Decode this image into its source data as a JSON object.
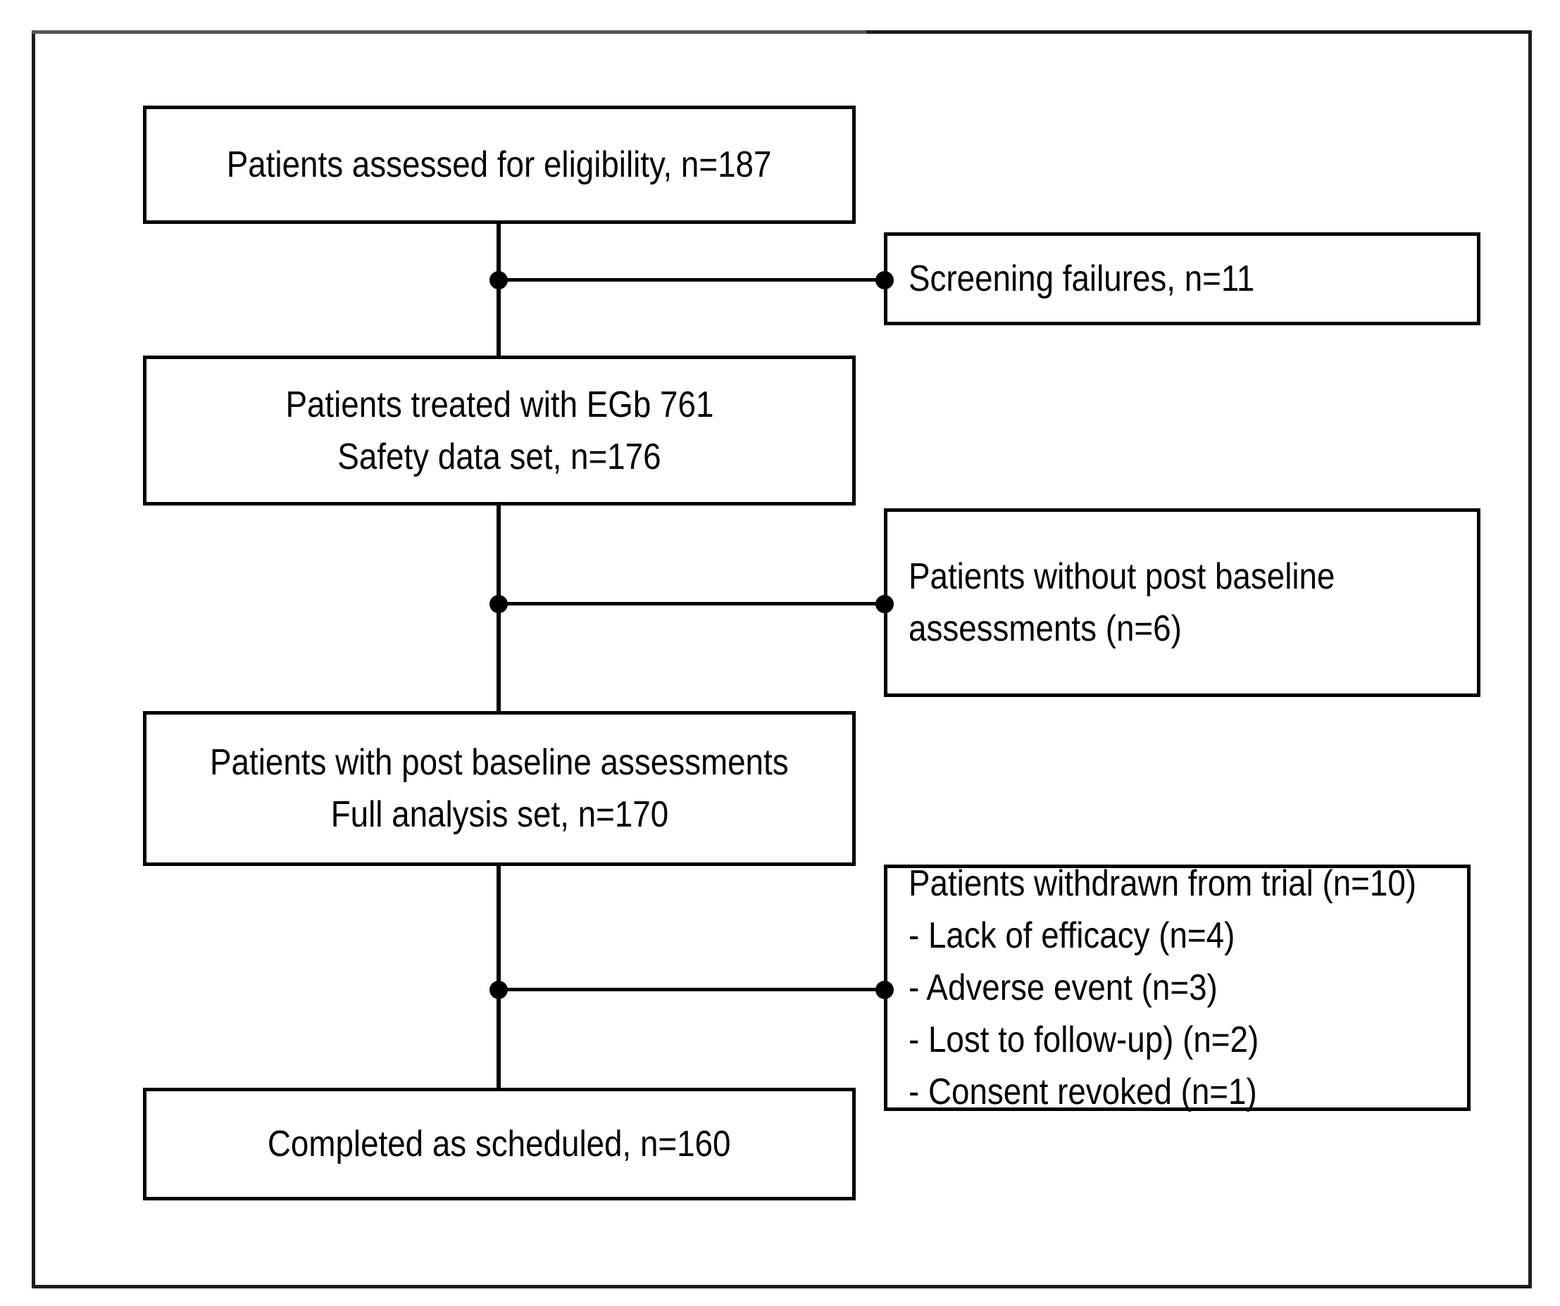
{
  "diagram": {
    "type": "consort-flow-diagram",
    "title": "Patient disposition flow chart",
    "nodes": {
      "eligibility": {
        "lines": [
          "Patients assessed for eligibility, n=187"
        ],
        "n": 187
      },
      "safety": {
        "lines": [
          "Patients treated with EGb 761",
          "Safety data set, n=176"
        ],
        "n": 176
      },
      "full_analysis": {
        "lines": [
          "Patients with post baseline assessments",
          "Full analysis set, n=170"
        ],
        "n": 170
      },
      "completed": {
        "lines": [
          "Completed as scheduled, n=160"
        ],
        "n": 160
      },
      "screening_failures": {
        "lines": [
          "Screening failures, n=11"
        ],
        "n": 11
      },
      "no_post_baseline": {
        "lines": [
          "Patients without post baseline",
          "assessments (n=6)"
        ],
        "n": 6
      },
      "withdrawn": {
        "lines": [
          "Patients withdrawn from trial (n=10)",
          " - Lack of efficacy (n=4)",
          " - Adverse event (n=3)",
          " - Lost to follow-up) (n=2)",
          " - Consent revoked (n=1)"
        ],
        "n": 10,
        "reasons": [
          {
            "label": "Lack of efficacy",
            "n": 4
          },
          {
            "label": "Adverse event",
            "n": 3
          },
          {
            "label": "Lost to follow-up)",
            "n": 2
          },
          {
            "label": "Consent revoked",
            "n": 1
          }
        ]
      }
    },
    "colors": {
      "stroke": "#000000",
      "frame": "#1c1c1c",
      "background": "#ffffff",
      "text": "#000000"
    }
  }
}
